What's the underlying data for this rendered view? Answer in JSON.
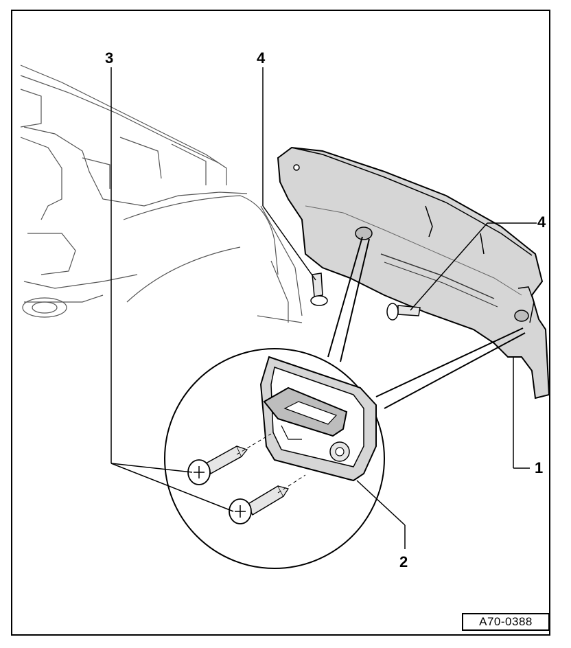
{
  "callouts": {
    "part_1": "1",
    "part_2": "2",
    "part_3": "3",
    "part_4_top": "4",
    "part_4_right": "4"
  },
  "reference_code": "A70-0388",
  "colors": {
    "ink": "#000000",
    "panel_fill": "#d6d6d6",
    "panel_shade": "#bdbdbd",
    "background": "#ffffff"
  }
}
